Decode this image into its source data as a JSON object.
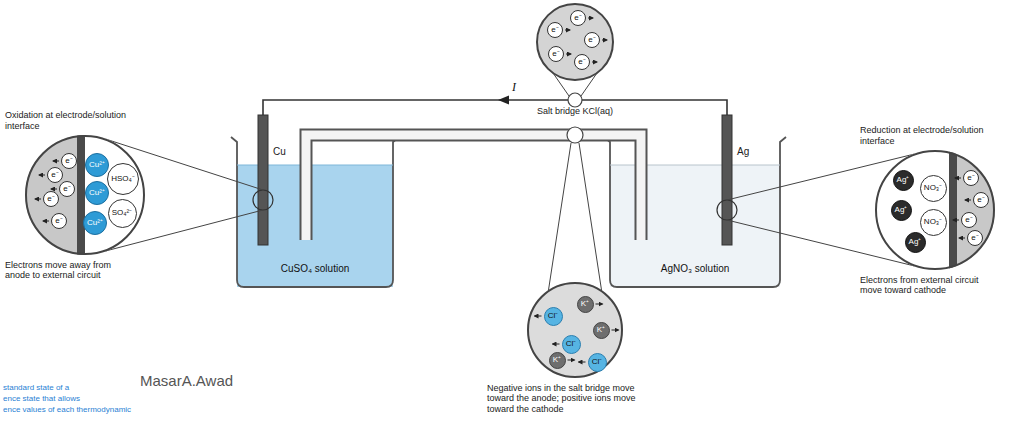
{
  "diagram": {
    "nodes": [
      {
        "text": [
          "e⁻"
        ]
      },
      {
        "text": [
          "e⁻"
        ]
      },
      {
        "text": [
          "e⁻"
        ]
      },
      {
        "text": [
          "e⁻"
        ]
      },
      {
        "text": [
          "e⁻"
        ]
      },
      {
        "text": [
          "Oxidation at electrode/solution interface",
          "Electrons move away from anode to external circuit"
        ]
      },
      {
        "text": [
          "e⁻"
        ],
        "in": 5
      },
      {
        "text": [
          "e⁻"
        ],
        "in": 5
      },
      {
        "text": [
          "e⁻"
        ],
        "in": 5
      },
      {
        "text": [
          "e⁻"
        ],
        "in": 5
      },
      {
        "text": [
          "e⁻"
        ],
        "in": 5
      },
      {
        "text": [
          "Cu²⁺"
        ],
        "in": 5
      },
      {
        "text": [
          "Cu²⁺"
        ],
        "in": 5
      },
      {
        "text": [
          "Cu²⁺"
        ],
        "in": 5
      },
      {
        "text": [
          "HSO₄⁻"
        ],
        "in": 5
      },
      {
        "text": [
          "SO₄²⁻"
        ],
        "in": 5
      },
      {
        "text": [
          "CuSO₄ solution"
        ]
      },
      {
        "text": [
          "AgNO₃ solution"
        ]
      },
      {
        "text": [
          "Reduction at electrode/solution interface",
          "Electrons from external circuit move toward cathode"
        ]
      },
      {
        "text": [
          "Ag⁺"
        ],
        "in": 18
      },
      {
        "text": [
          "Ag⁺"
        ],
        "in": 18
      },
      {
        "text": [
          "Ag⁺"
        ],
        "in": 18
      },
      {
        "text": [
          "NO₃⁻"
        ],
        "in": 18
      },
      {
        "text": [
          "NO₃⁻"
        ],
        "in": 18
      },
      {
        "text": [
          "e⁻"
        ],
        "in": 18
      },
      {
        "text": [
          "e⁻"
        ],
        "in": 18
      },
      {
        "text": [
          "e⁻"
        ],
        "in": 18
      },
      {
        "text": [
          "e⁻"
        ],
        "in": 18
      },
      {
        "text": [
          "Negative ions in the salt bridge move toward the anode; positive ions move toward the cathode"
        ]
      },
      {
        "text": [
          "Cl⁻"
        ],
        "in": 28
      },
      {
        "text": [
          "Cl⁻"
        ],
        "in": 28
      },
      {
        "text": [
          "Cl⁻"
        ],
        "in": 28
      },
      {
        "text": [
          "K⁺"
        ],
        "in": 28
      },
      {
        "text": [
          "K⁺"
        ],
        "in": 28
      },
      {
        "text": [
          "K⁺"
        ],
        "in": 28
      }
    ],
    "labels": [
      "I",
      "Salt bridge KCl(aq)",
      "Cu",
      "Ag",
      "standard state of a",
      "ence state that allows",
      "ence values of each thermodynamic",
      "MasarA.Awad"
    ]
  }
}
